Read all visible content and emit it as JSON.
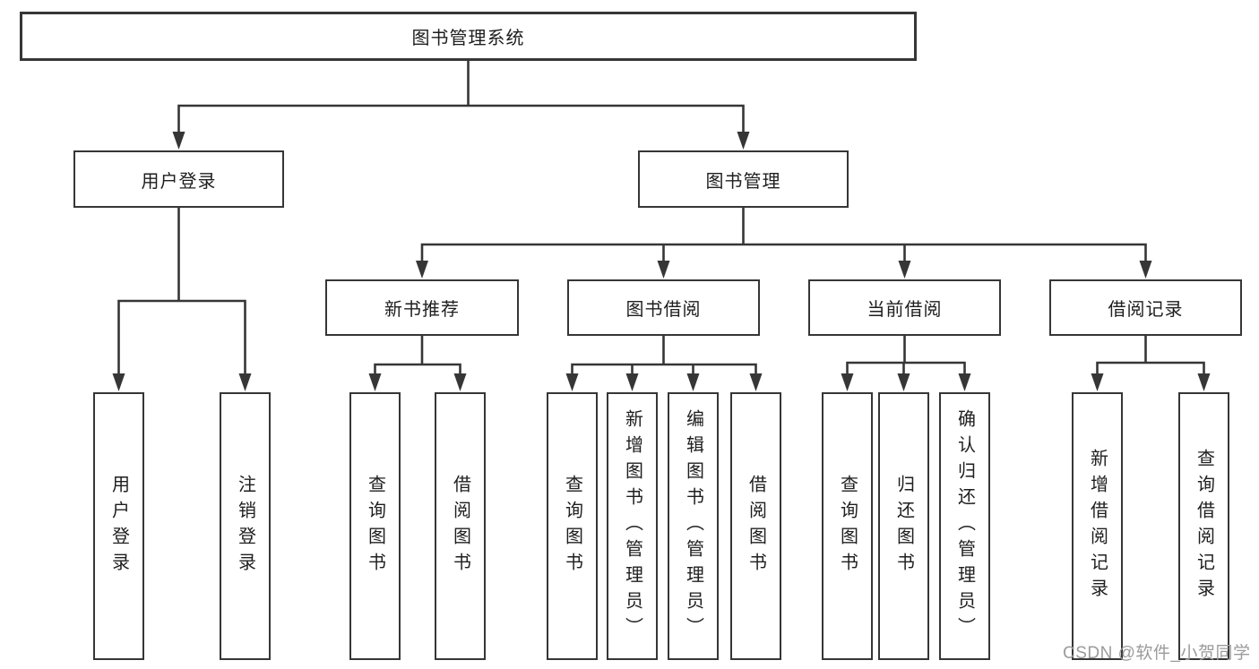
{
  "colors": {
    "line": "#363636",
    "box_border": "#363636",
    "text": "#1e1e1e",
    "watermark": "#9b9b9b",
    "background": "#ffffff"
  },
  "watermark": {
    "text": "CSDN @软件_小贺同学"
  },
  "tree": {
    "root": {
      "label": "图书管理系统"
    },
    "level1": [
      {
        "label": "用户登录",
        "children": [
          {
            "label": "用户登录"
          },
          {
            "label": "注销登录"
          }
        ]
      },
      {
        "label": "图书管理",
        "children": [
          {
            "label": "新书推荐",
            "children": [
              {
                "label": "查询图书"
              },
              {
                "label": "借阅图书"
              }
            ]
          },
          {
            "label": "图书借阅",
            "children": [
              {
                "label": "查询图书"
              },
              {
                "label": "新增图书（管理员）"
              },
              {
                "label": "编辑图书（管理员）"
              },
              {
                "label": "借阅图书"
              }
            ]
          },
          {
            "label": "当前借阅",
            "children": [
              {
                "label": "查询图书"
              },
              {
                "label": "归还图书"
              },
              {
                "label": "确认归还（管理员）"
              }
            ]
          },
          {
            "label": "借阅记录",
            "children": [
              {
                "label": "新增借阅记录"
              },
              {
                "label": "查询借阅记录"
              }
            ]
          }
        ]
      }
    ]
  }
}
